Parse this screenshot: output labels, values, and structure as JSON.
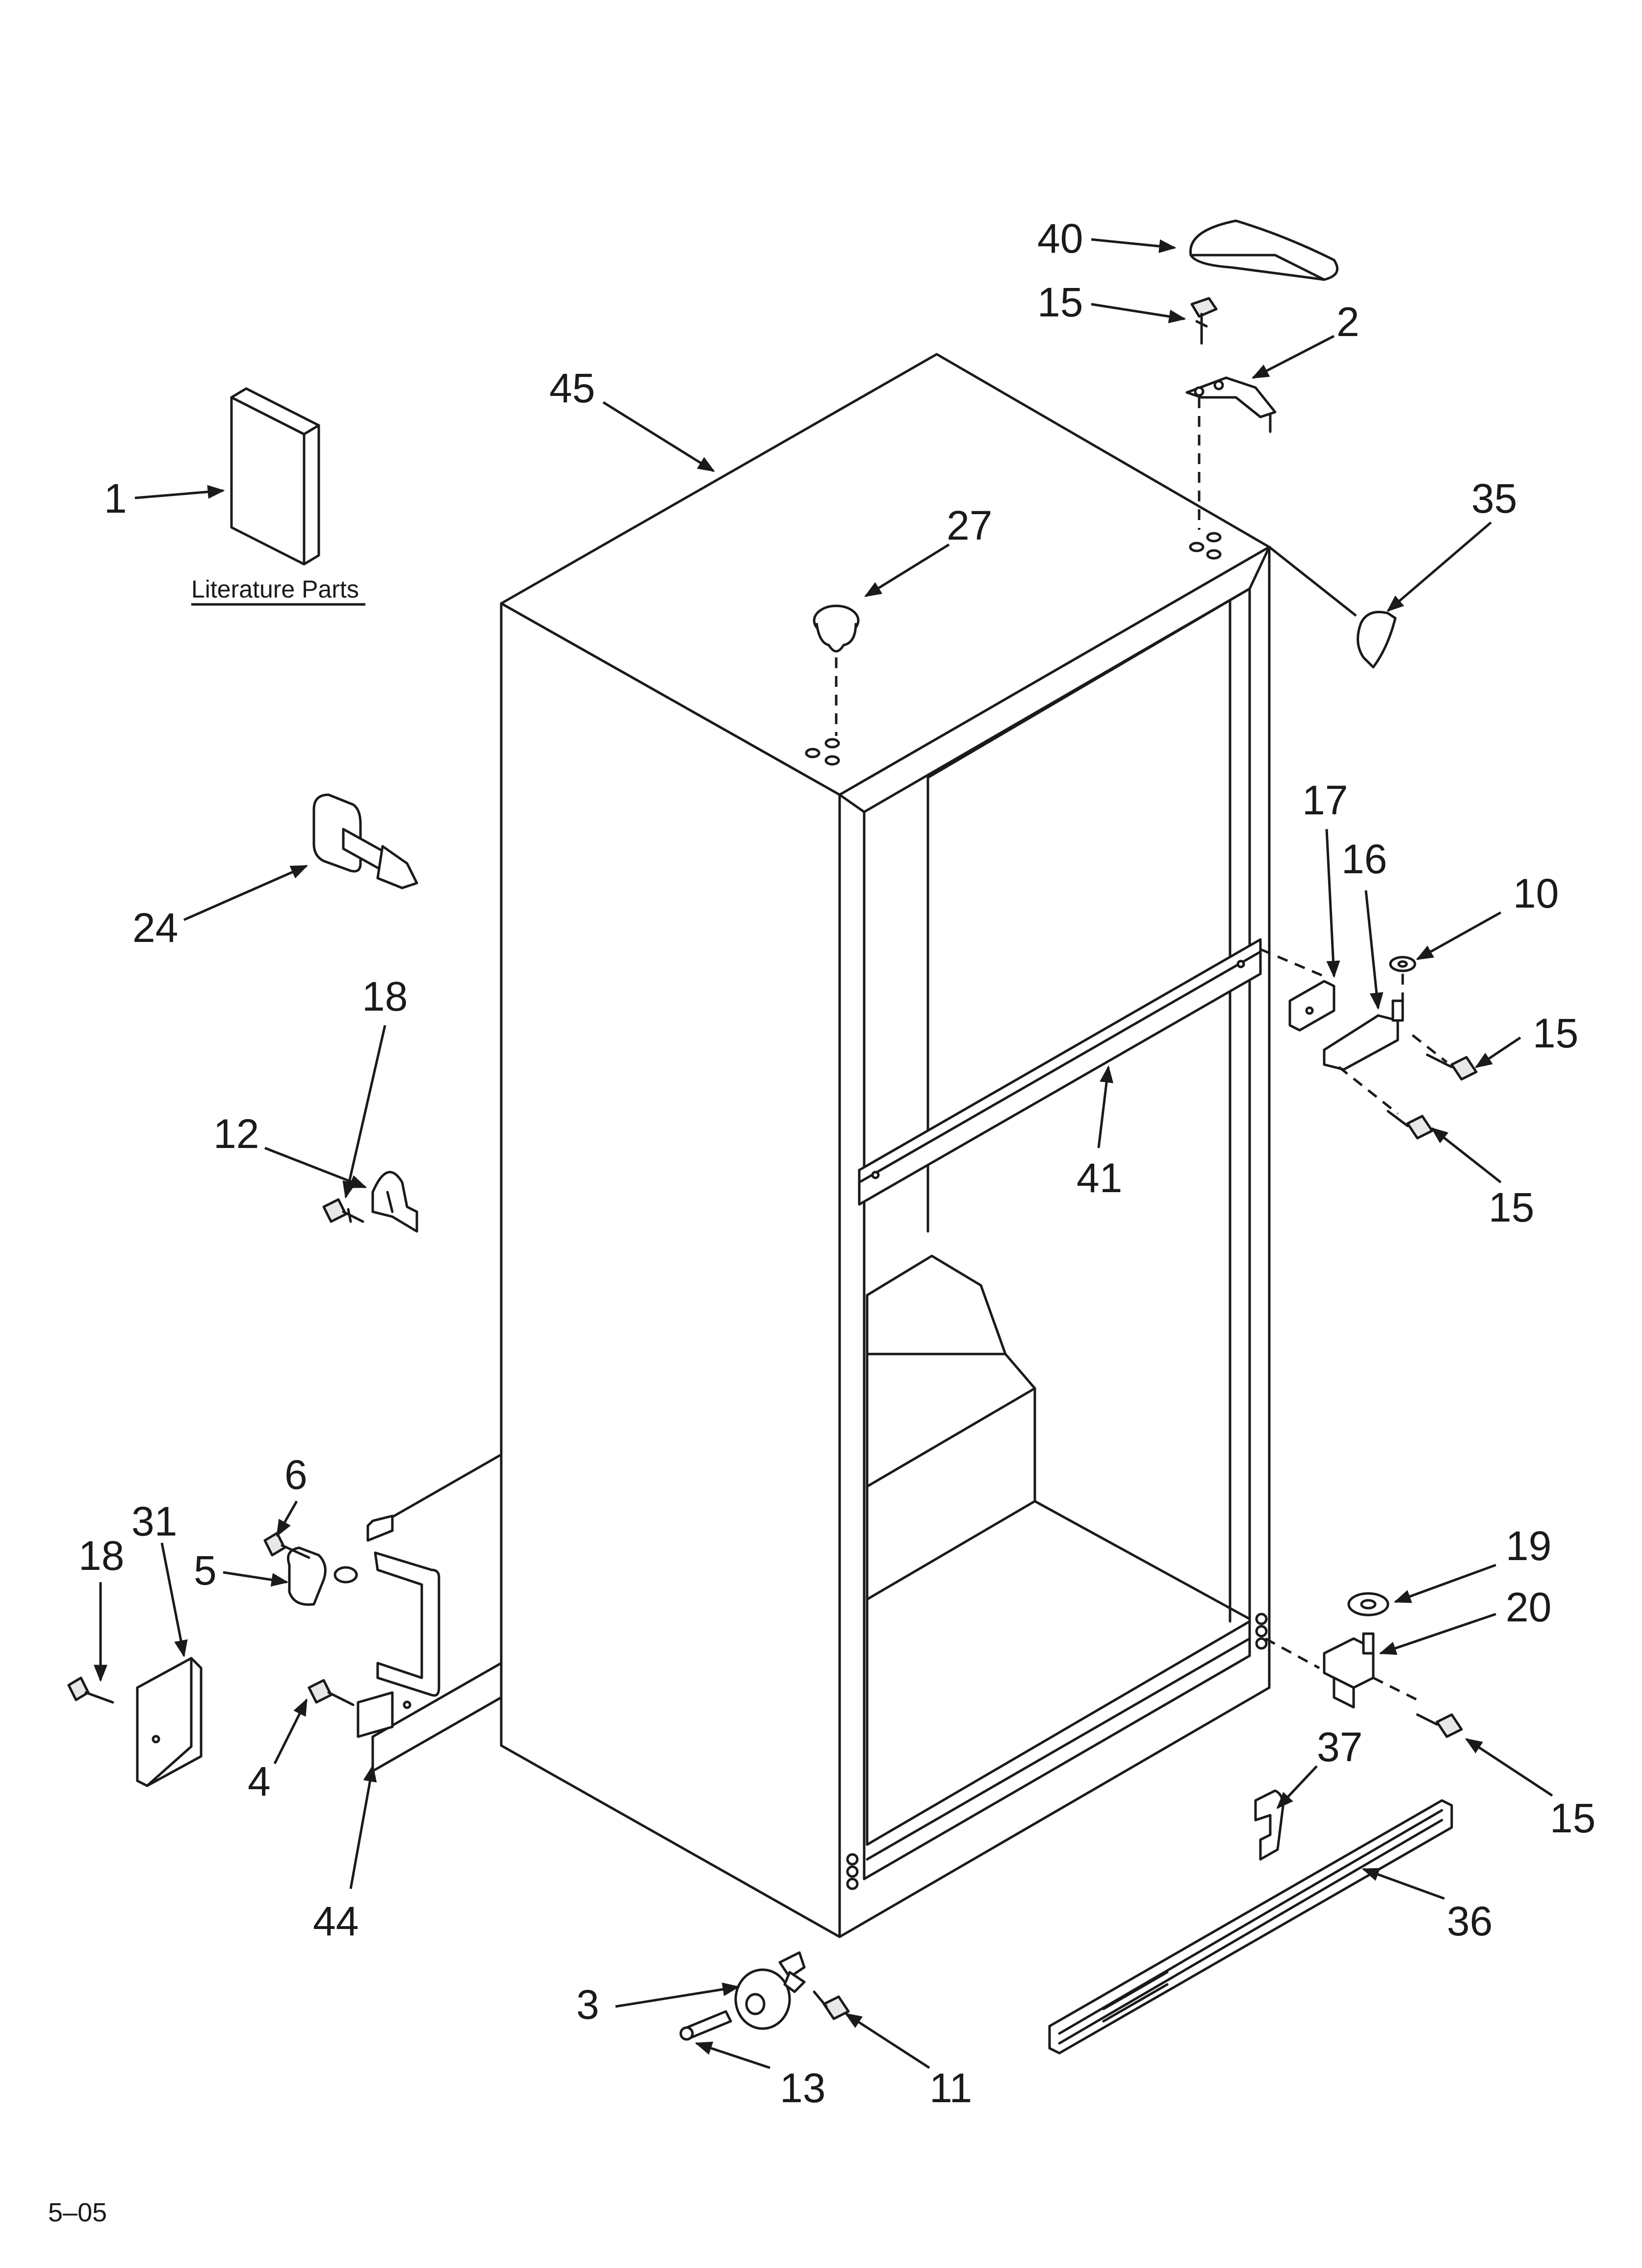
{
  "callouts": {
    "c1": "1",
    "c2": "2",
    "c3": "3",
    "c4": "4",
    "c5": "5",
    "c6": "6",
    "c10": "10",
    "c11": "11",
    "c12": "12",
    "c13": "13",
    "c15a": "15",
    "c15b": "15",
    "c15c": "15",
    "c15d": "15",
    "c16": "16",
    "c17": "17",
    "c18a": "18",
    "c18b": "18",
    "c19": "19",
    "c20": "20",
    "c24": "24",
    "c27": "27",
    "c31": "31",
    "c35": "35",
    "c36": "36",
    "c37": "37",
    "c40": "40",
    "c41": "41",
    "c44": "44",
    "c45": "45"
  },
  "literature_label": "Literature Parts",
  "footer_code": "5–05"
}
